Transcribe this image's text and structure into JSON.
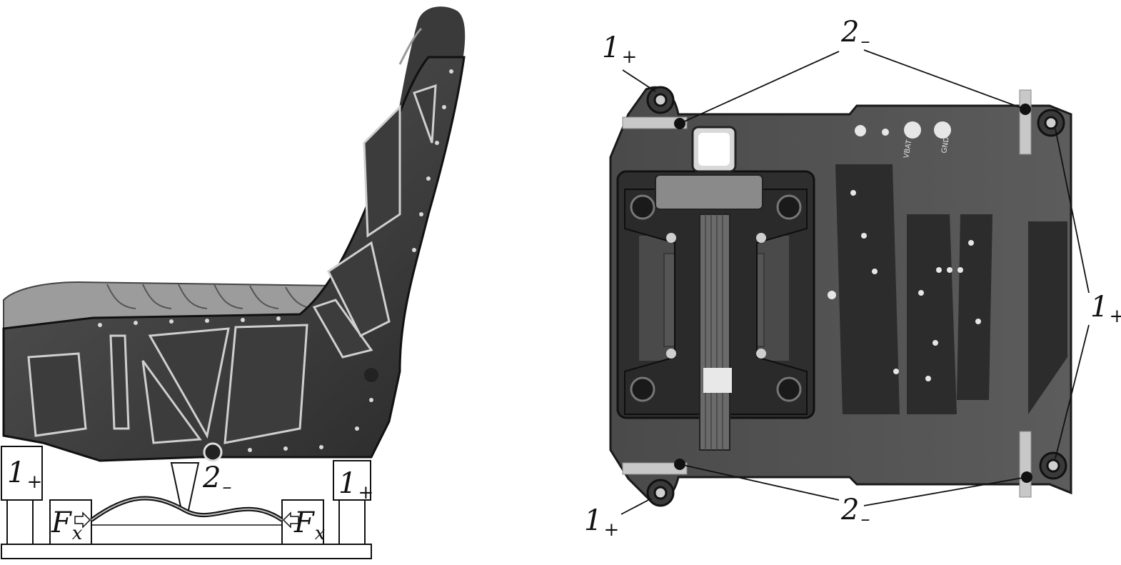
{
  "figure": {
    "left_panel": {
      "support_label_left": {
        "main": "1",
        "sub": "+"
      },
      "support_label_right": {
        "main": "1",
        "sub": "+"
      },
      "indenter_label": {
        "main": "2",
        "sub": "–"
      },
      "force_label_left": {
        "main": "F",
        "sub": "x"
      },
      "force_label_right": {
        "main": "F",
        "sub": "x"
      }
    },
    "right_panel": {
      "label_top_left": {
        "main": "1",
        "sub": "+"
      },
      "label_top_center": {
        "main": "2",
        "sub": "–"
      },
      "label_right": {
        "main": "1",
        "sub": "+"
      },
      "label_bottom_center": {
        "main": "2",
        "sub": "–"
      },
      "label_bottom_left": {
        "main": "1",
        "sub": "+"
      },
      "pcb_text_vbat": "VBAT",
      "pcb_text_gnd": "GND"
    }
  }
}
